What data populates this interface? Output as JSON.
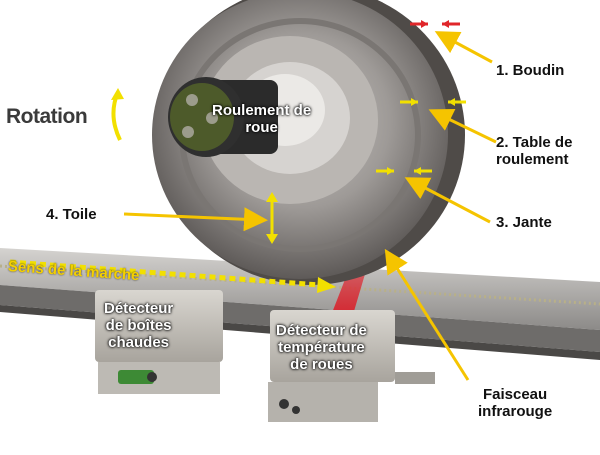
{
  "labels": {
    "rotation": "Rotation",
    "boudin": "1. Boudin",
    "table_line1": "2. Table de",
    "table_line2": "roulement",
    "jante": "3. Jante",
    "toile": "4. Toile",
    "roulement_line1": "Roulement de",
    "roulement_line2": "roue",
    "sens": "Sens de la marche",
    "boites_line1": "Détecteur",
    "boites_line2": "de boîtes",
    "boites_line3": "chaudes",
    "temp_line1": "Détecteur de",
    "temp_line2": "température",
    "temp_line3": "de roues",
    "faisceau_line1": "Faisceau",
    "faisceau_line2": "infrarouge"
  },
  "colors": {
    "pointer": "#f5c400",
    "arrow_red": "#e0262a",
    "arrow_yellow": "#f2e000",
    "beam": "#d8202a",
    "hub_green": "#4d5a2a"
  }
}
